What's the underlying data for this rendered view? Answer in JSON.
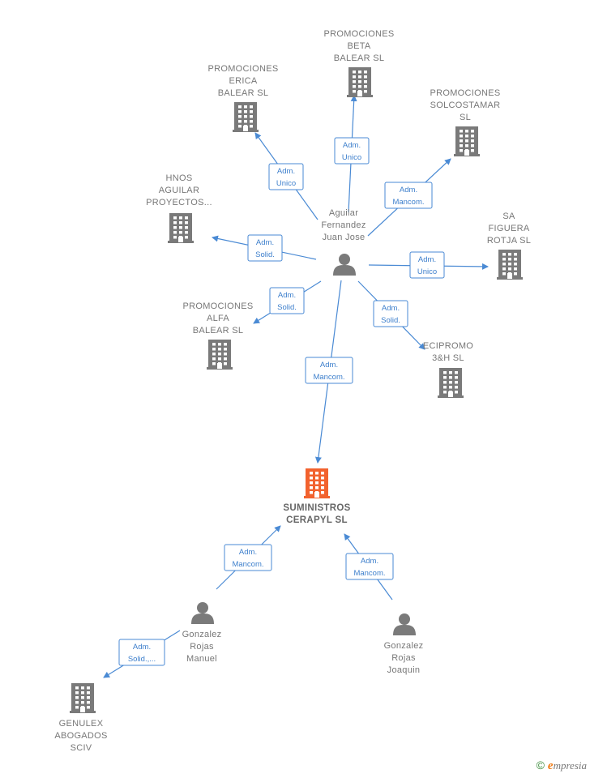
{
  "colors": {
    "building": "#7a7a7a",
    "building_main": "#f2622e",
    "person": "#7a7a7a",
    "edge": "#4a8ad4",
    "label": "#777777"
  },
  "nodes": [
    {
      "id": "beta",
      "type": "company",
      "lines": [
        "PROMOCIONES",
        "BETA",
        "BALEAR SL"
      ]
    },
    {
      "id": "erica",
      "type": "company",
      "lines": [
        "PROMOCIONES",
        "ERICA",
        "BALEAR SL"
      ]
    },
    {
      "id": "solcostamar",
      "type": "company",
      "lines": [
        "PROMOCIONES",
        "SOLCOSTAMAR",
        "SL"
      ]
    },
    {
      "id": "hnos",
      "type": "company",
      "lines": [
        "HNOS",
        "AGUILAR",
        "PROYECTOS..."
      ]
    },
    {
      "id": "sa_figuera",
      "type": "company",
      "lines": [
        "SA",
        "FIGUERA",
        "ROTJA SL"
      ]
    },
    {
      "id": "alfa",
      "type": "company",
      "lines": [
        "PROMOCIONES",
        "ALFA",
        "BALEAR SL"
      ]
    },
    {
      "id": "ecipromo",
      "type": "company",
      "lines": [
        "ECIPROMO",
        "3&H  SL"
      ]
    },
    {
      "id": "aguilar",
      "type": "person",
      "lines": [
        "Aguilar",
        "Fernandez",
        "Juan Jose"
      ]
    },
    {
      "id": "suministros",
      "type": "company_main",
      "lines": [
        "SUMINISTROS",
        "CERAPYL  SL"
      ]
    },
    {
      "id": "manuel",
      "type": "person",
      "lines": [
        "Gonzalez",
        "Rojas",
        "Manuel"
      ]
    },
    {
      "id": "joaquin",
      "type": "person",
      "lines": [
        "Gonzalez",
        "Rojas",
        "Joaquin"
      ]
    },
    {
      "id": "genulex",
      "type": "company",
      "lines": [
        "GENULEX",
        "ABOGADOS",
        "SCIV"
      ]
    }
  ],
  "edges": [
    {
      "id": "e_beta",
      "from": "aguilar",
      "to": "beta",
      "lines": [
        "Adm.",
        "Unico"
      ]
    },
    {
      "id": "e_erica",
      "from": "aguilar",
      "to": "erica",
      "lines": [
        "Adm.",
        "Unico"
      ]
    },
    {
      "id": "e_solcostamar",
      "from": "aguilar",
      "to": "solcostamar",
      "lines": [
        "Adm.",
        "Mancom."
      ]
    },
    {
      "id": "e_hnos",
      "from": "aguilar",
      "to": "hnos",
      "lines": [
        "Adm.",
        "Solid."
      ]
    },
    {
      "id": "e_sa_figuera",
      "from": "aguilar",
      "to": "sa_figuera",
      "lines": [
        "Adm.",
        "Unico"
      ]
    },
    {
      "id": "e_alfa",
      "from": "aguilar",
      "to": "alfa",
      "lines": [
        "Adm.",
        "Solid."
      ]
    },
    {
      "id": "e_ecipromo",
      "from": "aguilar",
      "to": "ecipromo",
      "lines": [
        "Adm.",
        "Solid."
      ]
    },
    {
      "id": "e_suministros",
      "from": "aguilar",
      "to": "suministros",
      "lines": [
        "Adm.",
        "Mancom."
      ]
    },
    {
      "id": "e_manuel",
      "from": "manuel",
      "to": "suministros",
      "lines": [
        "Adm.",
        "Mancom."
      ]
    },
    {
      "id": "e_joaquin",
      "from": "joaquin",
      "to": "suministros",
      "lines": [
        "Adm.",
        "Mancom."
      ]
    },
    {
      "id": "e_genulex",
      "from": "manuel",
      "to": "genulex",
      "lines": [
        "Adm.",
        "Solid.,..."
      ]
    }
  ],
  "footer": {
    "copyright": "©",
    "brand_first": "e",
    "brand_rest": "mpresia"
  }
}
